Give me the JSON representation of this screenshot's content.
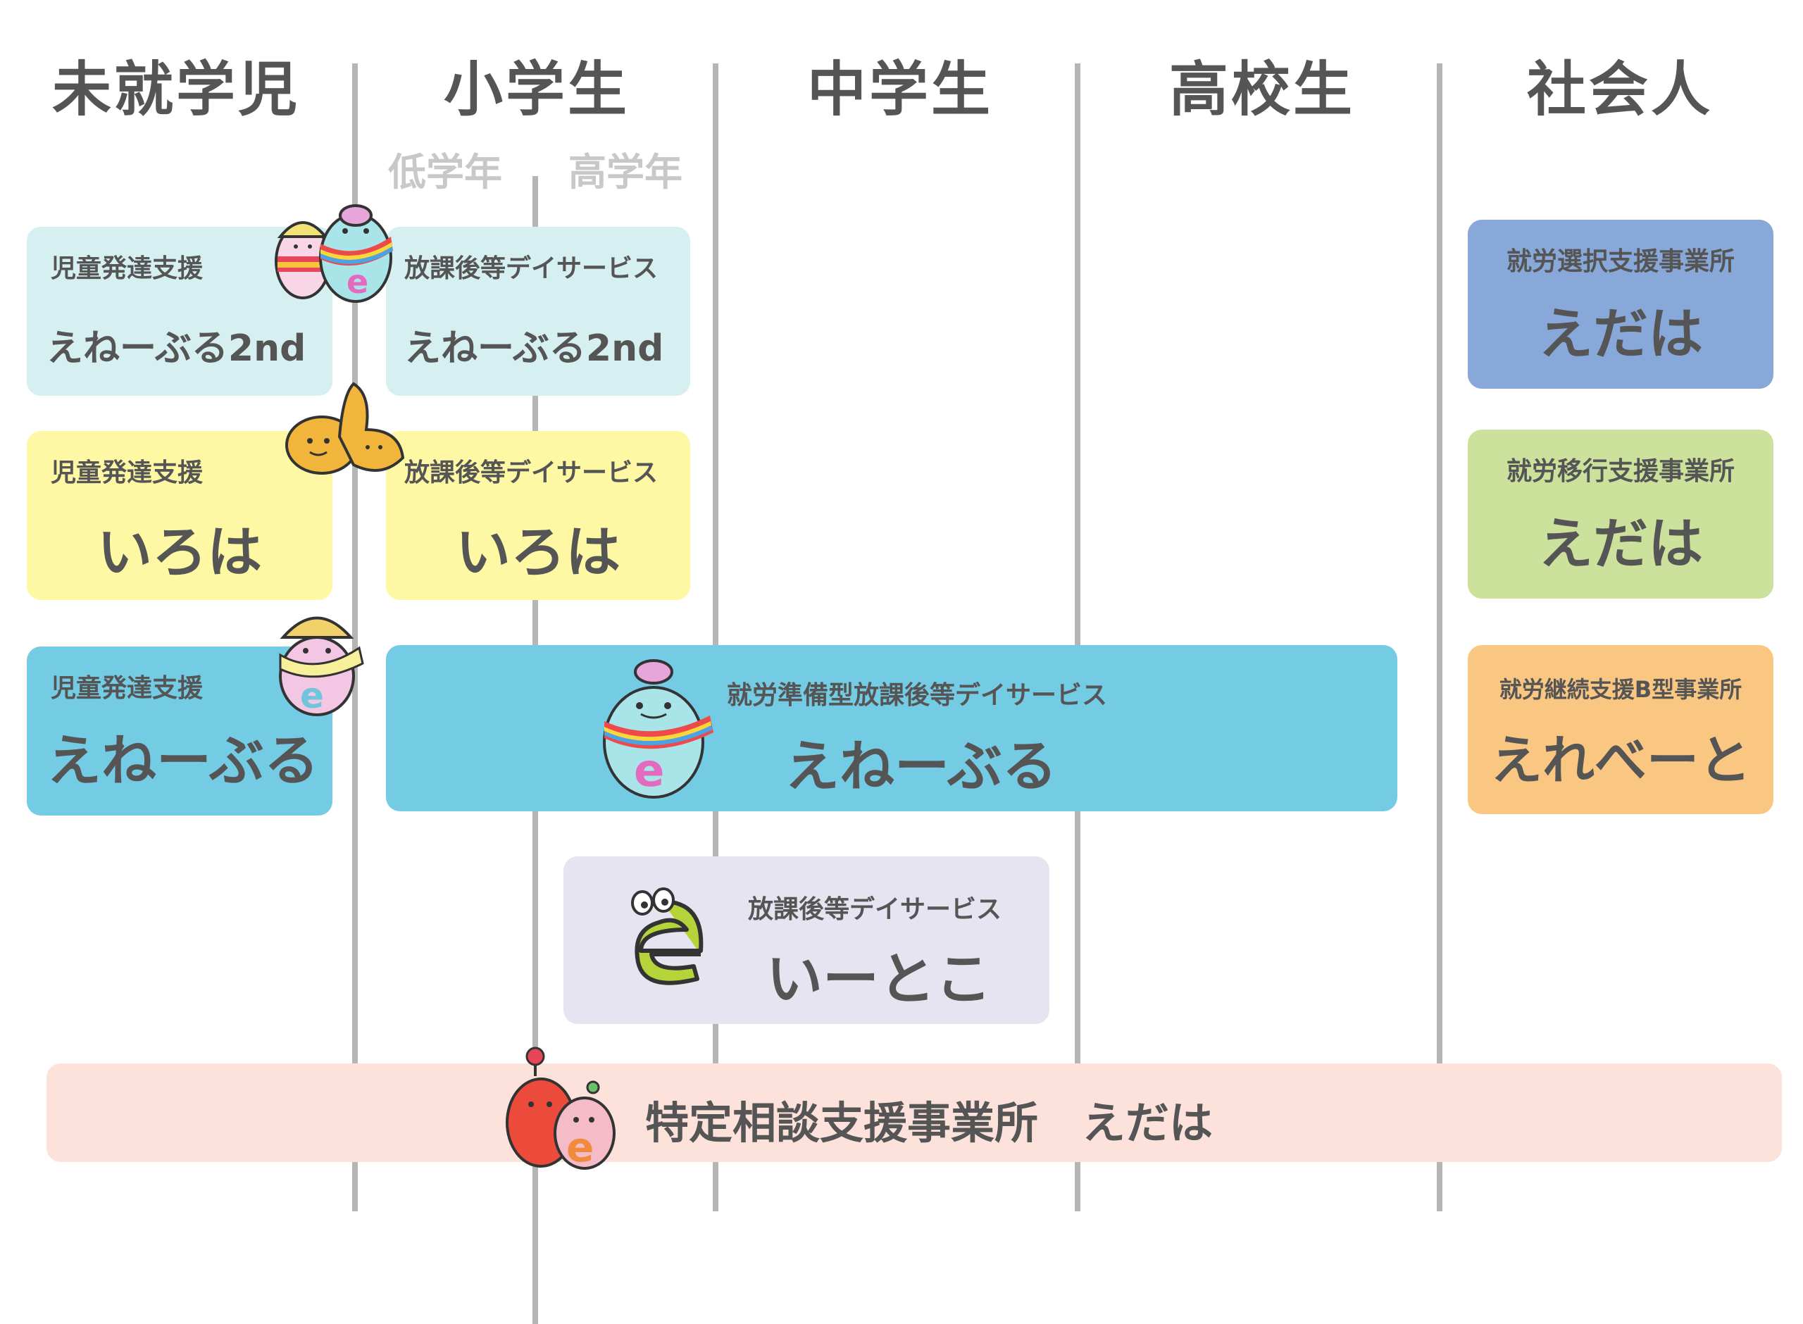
{
  "headers": {
    "preschool": "未就学児",
    "elementary": "小学生",
    "junior_high": "中学生",
    "high_school": "高校生",
    "adult": "社会人",
    "lower_grades": "低学年",
    "upper_grades": "高学年"
  },
  "services": {
    "preschool_2nd": {
      "type": "児童発達支援",
      "name": "えねーぶる2nd"
    },
    "afterschool_2nd": {
      "type": "放課後等デイサービス",
      "name": "えねーぶる2nd"
    },
    "preschool_iroha": {
      "type": "児童発達支援",
      "name": "いろは"
    },
    "afterschool_iroha": {
      "type": "放課後等デイサービス",
      "name": "いろは"
    },
    "preschool_enable": {
      "type": "児童発達支援",
      "name": "えねーぶる"
    },
    "employment_prep": {
      "type": "就労準備型放課後等デイサービス",
      "name": "えねーぶる"
    },
    "afterschool_itoko": {
      "type": "放課後等デイサービス",
      "name": "いーとこ"
    },
    "employment_select": {
      "type": "就労選択支援事業所",
      "name": "えだは"
    },
    "employment_transition": {
      "type": "就労移行支援事業所",
      "name": "えだは"
    },
    "employment_continuation": {
      "type": "就労継続支援B型事業所",
      "name": "えれべーと"
    },
    "consultation": {
      "label": "特定相談支援事業所　えだは"
    }
  },
  "colors": {
    "light_teal": "#d6eff0",
    "yellow": "#fef8a4",
    "blue": "#74cbe4",
    "lavender": "#e7e4f1",
    "slate_blue": "#87a8d8",
    "light_green": "#cce19b",
    "orange": "#f9c781",
    "pink": "#fde2dc"
  }
}
